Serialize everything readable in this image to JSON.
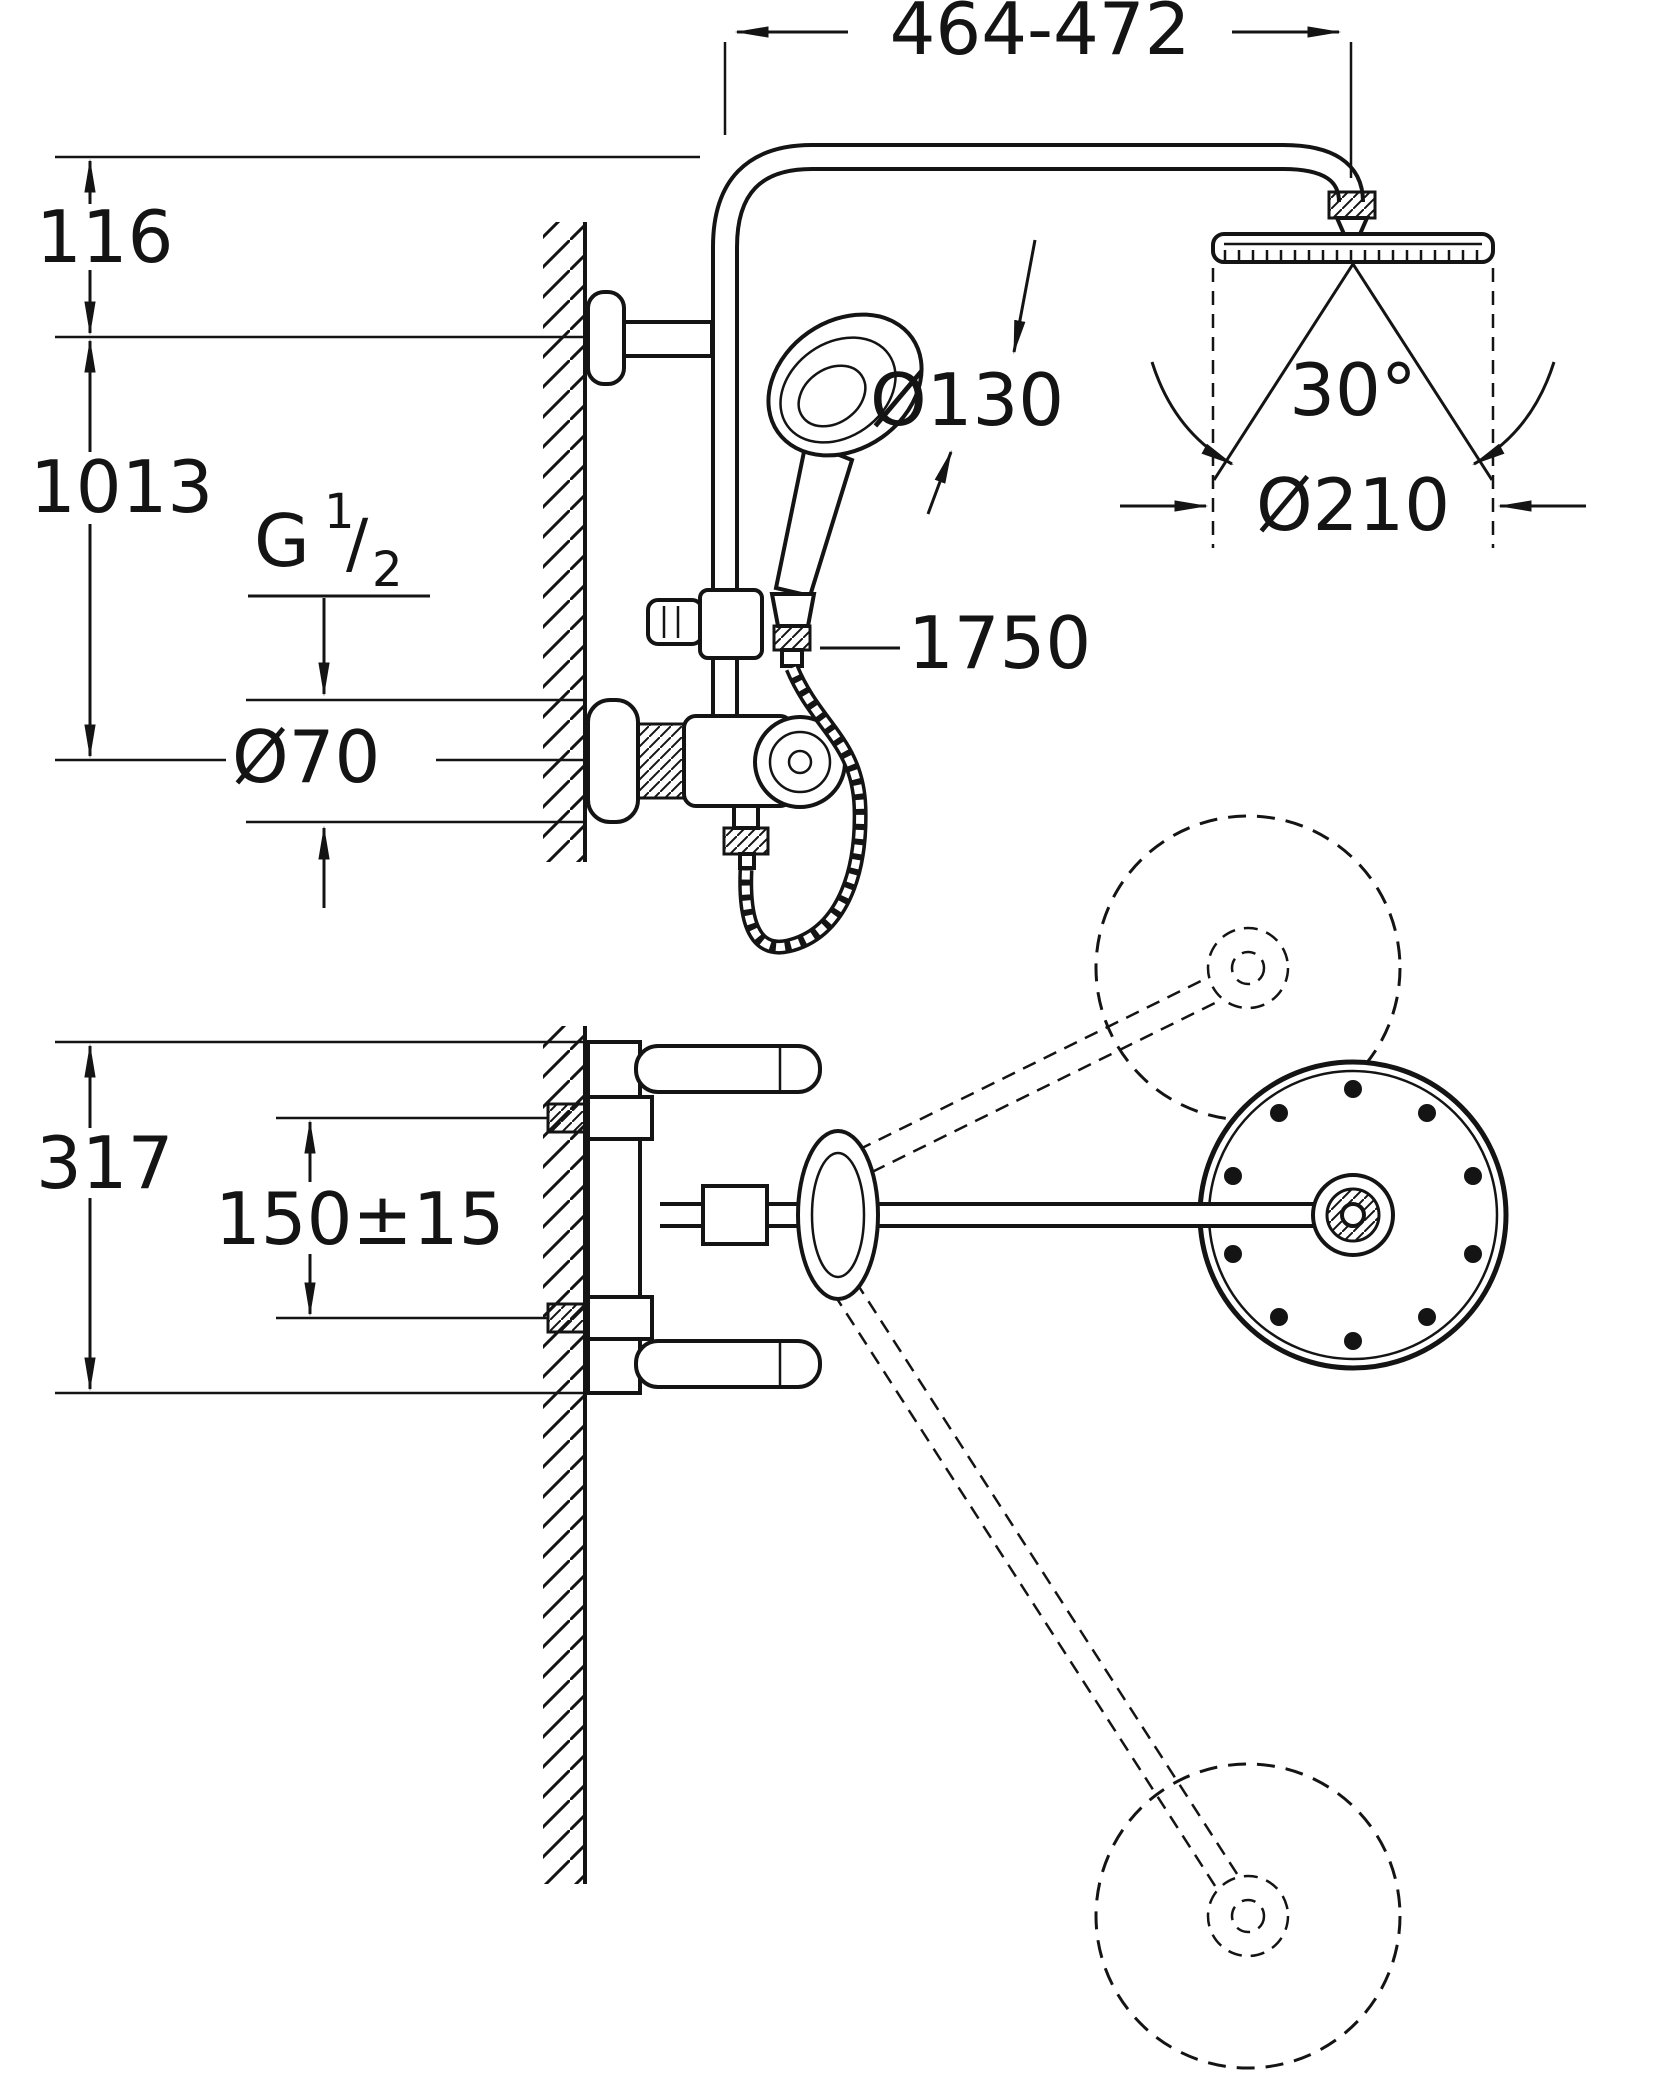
{
  "page": {
    "background": "#ffffff",
    "line_color": "#141414"
  },
  "side_view": {
    "dim_arm_reach": "464-472",
    "dim_top_offset": "116",
    "dim_riser_height": "1013",
    "thread_label": {
      "letter": "G",
      "numerator": "1",
      "slash": "/",
      "denominator": "2"
    },
    "dim_escutcheon_diameter": "Ø70",
    "dim_hand_shower_diameter": "Ø130",
    "dim_hose_length": "1750",
    "dim_head_tilt_angle": "30°",
    "dim_head_diameter": "Ø210"
  },
  "plan_view": {
    "dim_body_width": "317",
    "dim_supply_spacing": "150±15"
  }
}
